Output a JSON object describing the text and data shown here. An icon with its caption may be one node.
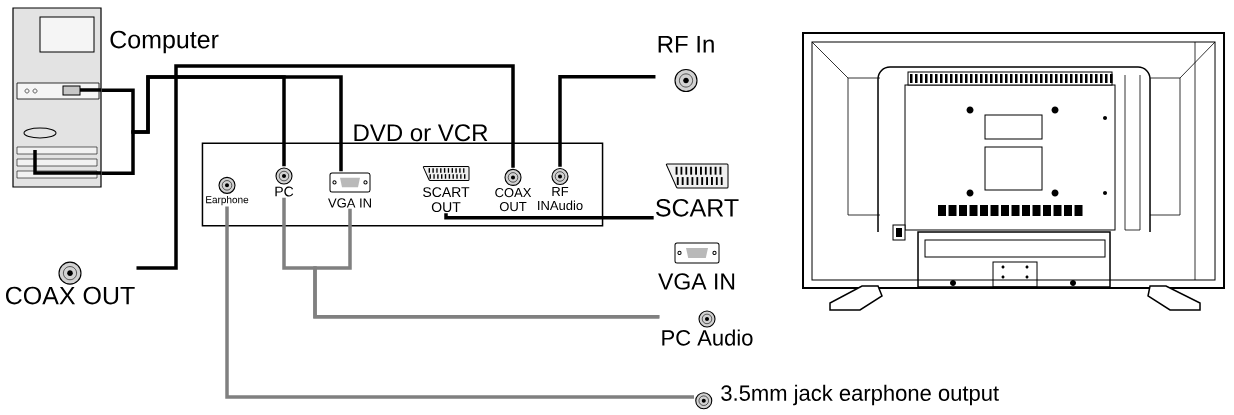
{
  "diagram": {
    "nodes": [
      {
        "text": [],
        "shape": "picture",
        "beside": [
          "Computer"
        ]
      },
      {
        "text": [
          "COAX OUT"
        ]
      },
      {
        "text": [
          "DVD or VCR"
        ]
      },
      {
        "text": [
          "Earphone"
        ],
        "in": 2
      },
      {
        "text": [
          "PC"
        ],
        "in": 2
      },
      {
        "text": [
          "VGA IN"
        ],
        "in": 2
      },
      {
        "text": [
          "SCART OUT"
        ],
        "in": 2
      },
      {
        "text": [
          "COAX OUT"
        ],
        "in": 2
      },
      {
        "text": [
          "RF INAudio"
        ],
        "in": 2
      },
      {
        "text": [
          "RF In"
        ]
      },
      {
        "text": [
          "SCART"
        ]
      },
      {
        "text": [
          "VGA IN"
        ]
      },
      {
        "text": [
          "PC Audio"
        ]
      },
      {
        "text": [
          "3.5mm jack earphone output"
        ]
      }
    ],
    "edges": [
      {
        "from": 0,
        "to": 4,
        "arrow": "none"
      },
      {
        "from": 0,
        "to": 5,
        "arrow": "none"
      },
      {
        "from": 1,
        "to": 7,
        "arrow": "none"
      },
      {
        "from": 9,
        "to": 8,
        "arrow": "none"
      },
      {
        "from": 10,
        "to": 6,
        "arrow": "none"
      },
      {
        "from": 3,
        "to": 13,
        "arrow": "none",
        "color": "#808080"
      },
      {
        "from": 4,
        "to": 12,
        "arrow": "none",
        "color": "#808080"
      },
      {
        "from": 5,
        "to": 12,
        "arrow": "none",
        "color": "#808080"
      }
    ]
  }
}
